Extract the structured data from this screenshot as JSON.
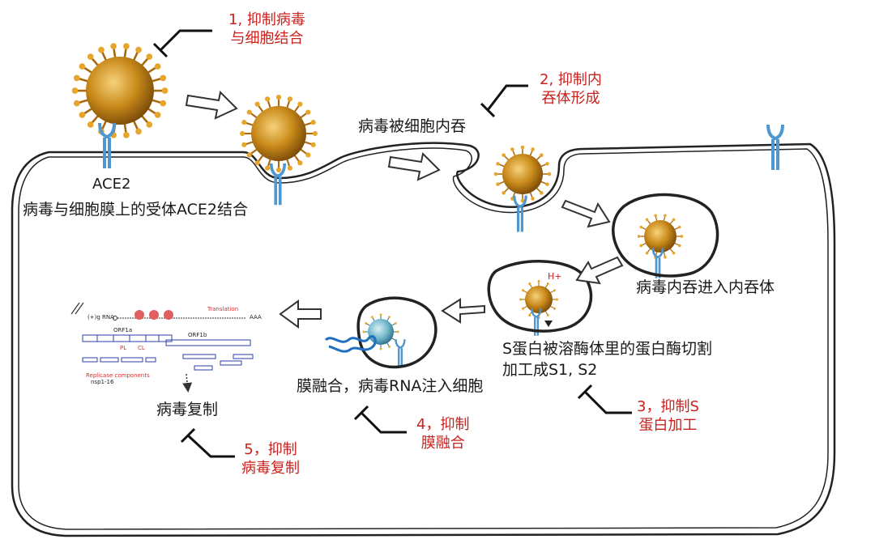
{
  "labels": {
    "ace2": "ACE2",
    "binding": "病毒与细胞膜上的受体ACE2结合",
    "endocytosis": "病毒被细胞内吞",
    "enter_endosome": "病毒内吞进入内吞体",
    "s_protein_line1": "S蛋白被溶酶体里的蛋白酶切割",
    "s_protein_line2": "加工成S1, S2",
    "membrane_fusion": "膜融合，病毒RNA注入细胞",
    "replication": "病毒复制",
    "h_plus": "H+"
  },
  "inhibitions": [
    {
      "line1": "1, 抑制病毒",
      "line2": "与细胞结合"
    },
    {
      "line1": "2, 抑制内",
      "line2": "吞体形成"
    },
    {
      "line1": "3，抑制S",
      "line2": "蛋白加工"
    },
    {
      "line1": "4，抑制",
      "line2": "膜融合"
    },
    {
      "line1": "5，抑制",
      "line2": "病毒复制"
    }
  ],
  "genome": {
    "rna": "(+)g RNA",
    "aaa": "AAA",
    "translation": "Translation",
    "orf1a": "ORF1a",
    "orf1b": "ORF1b",
    "pl": "PL",
    "cl": "CL",
    "replicase": "Replicase components",
    "nsp": "nsp1-16"
  },
  "colors": {
    "red_text": "#c9211e",
    "virus_core": "#c98a1a",
    "virus_spike": "#d19a2a",
    "receptor": "#5fa8d8",
    "membrane": "#222222",
    "rna": "#1f6fc2"
  }
}
